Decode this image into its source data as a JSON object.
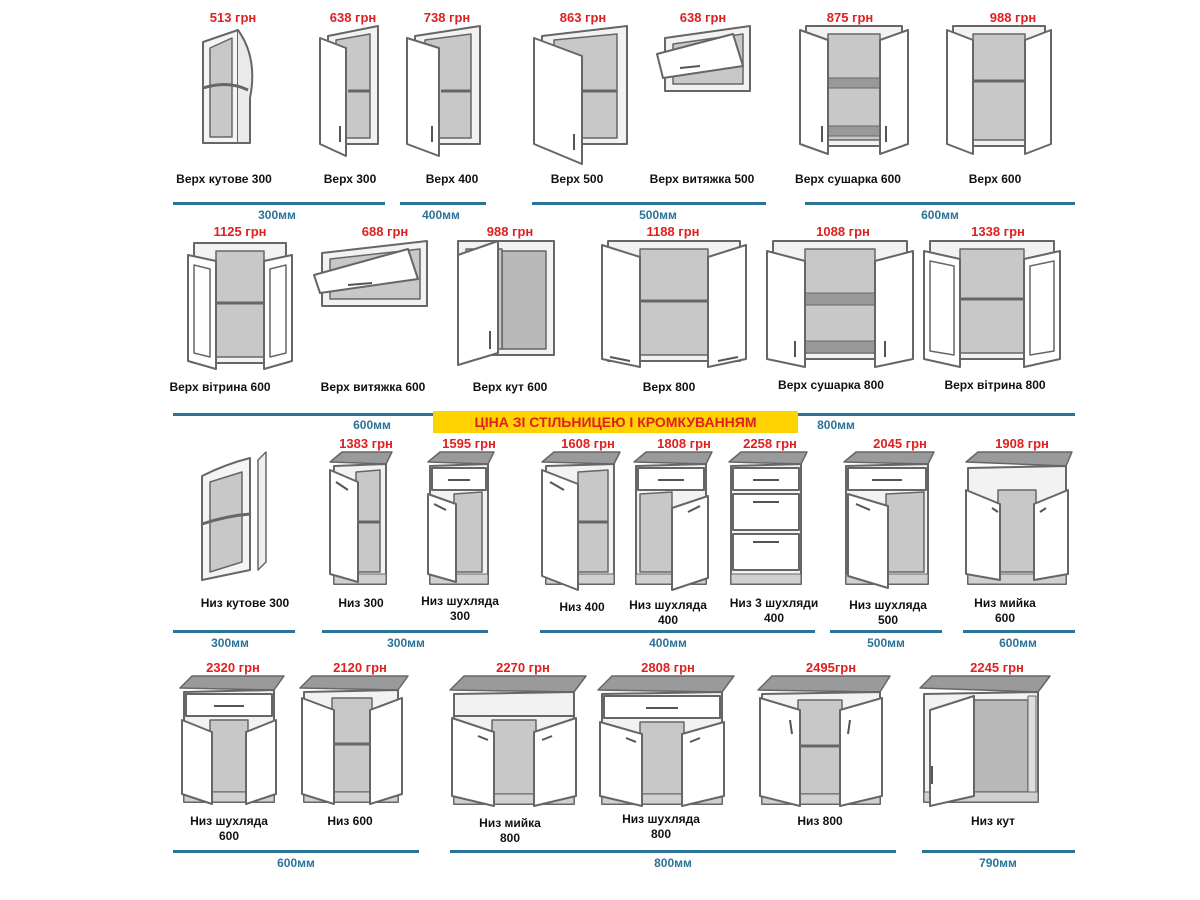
{
  "banner": "ЦІНА ЗІ СТІЛЬНИЦЕЮ І КРОМКУВАННЯМ",
  "colors": {
    "price": "#e01f1f",
    "dimension": "#2c7398",
    "banner_bg": "#ffd300",
    "outline": "#666666",
    "panel": "#c8c8c8"
  },
  "rows": [
    {
      "items": [
        {
          "price": "513 грн",
          "label": "Верх  кутове 300",
          "icon": "upper-corner-shelf-icon"
        },
        {
          "price": "638 грн",
          "label": "Верх  300",
          "icon": "upper-single-door-icon"
        },
        {
          "price": "738 грн",
          "label": "Верх  400",
          "icon": "upper-single-door-icon"
        },
        {
          "price": "863 грн",
          "label": "Верх  500",
          "icon": "upper-single-door-icon"
        },
        {
          "price": "638 грн",
          "label": "Верх витяжка  500",
          "icon": "hood-cabinet-icon"
        },
        {
          "price": "875 грн",
          "label": "Верх  сушарка 600",
          "icon": "dish-dryer-cabinet-icon"
        },
        {
          "price": "988 грн",
          "label": "Верх  600",
          "icon": "upper-double-door-icon"
        }
      ],
      "dimensions": [
        "300мм",
        "400мм",
        "500мм",
        "600мм"
      ]
    },
    {
      "items": [
        {
          "price": "1125 грн",
          "label": "Верх  вітрина 600",
          "icon": "glass-display-cabinet-icon"
        },
        {
          "price": "688 грн",
          "label": "Верх  витяжка 600",
          "icon": "hood-cabinet-icon"
        },
        {
          "price": "988 грн",
          "label": "Верх  кут 600",
          "icon": "upper-corner-cabinet-icon"
        },
        {
          "price": "1188 грн",
          "label": "Верх 800",
          "icon": "upper-double-door-icon"
        },
        {
          "price": "1088 грн",
          "label": "Верх сушарка 800",
          "icon": "dish-dryer-cabinet-icon"
        },
        {
          "price": "1338 грн",
          "label": "Верх вітрина 800",
          "icon": "glass-display-cabinet-icon"
        }
      ],
      "dimensions": [
        "600мм",
        "800мм"
      ]
    },
    {
      "items": [
        {
          "price": "",
          "label": "Низ  кутове 300",
          "icon": "lower-corner-shelf-icon"
        },
        {
          "price": "1383 грн",
          "label": "Низ  300",
          "icon": "base-single-door-icon"
        },
        {
          "price": "1595 грн",
          "label": "Низ  шухляда\n300",
          "icon": "base-drawer-door-icon"
        },
        {
          "price": "1608 грн",
          "label": "Низ  400",
          "icon": "base-single-door-icon"
        },
        {
          "price": "1808 грн",
          "label": "Низ  шухляда\n400",
          "icon": "base-drawer-door-icon"
        },
        {
          "price": "2258 грн",
          "label": "Низ  3 шухляди\n400",
          "icon": "base-three-drawers-icon"
        },
        {
          "price": "2045 грн",
          "label": "Низ  шухляда\n500",
          "icon": "base-drawer-door-icon"
        },
        {
          "price": "1908 грн",
          "label": "Низ  мийка\n600",
          "icon": "sink-base-cabinet-icon"
        }
      ],
      "dimensions": [
        "300мм",
        "300мм",
        "400мм",
        "500мм",
        "600мм"
      ]
    },
    {
      "items": [
        {
          "price": "2320 грн",
          "label": "Низ  шухляда\n600",
          "icon": "base-drawer-double-door-icon"
        },
        {
          "price": "2120 грн",
          "label": "Низ  600",
          "icon": "base-double-door-icon"
        },
        {
          "price": "2270 грн",
          "label": "Низ  мийка\n800",
          "icon": "sink-base-cabinet-icon"
        },
        {
          "price": "2808 грн",
          "label": "Низ  шухляда\n800",
          "icon": "base-drawer-double-door-icon"
        },
        {
          "price": "2495грн",
          "label": "Низ  800",
          "icon": "base-double-door-icon"
        },
        {
          "price": "2245 грн",
          "label": "Низ  кут",
          "icon": "base-corner-cabinet-icon"
        }
      ],
      "dimensions": [
        "600мм",
        "800мм",
        "790мм"
      ]
    }
  ]
}
